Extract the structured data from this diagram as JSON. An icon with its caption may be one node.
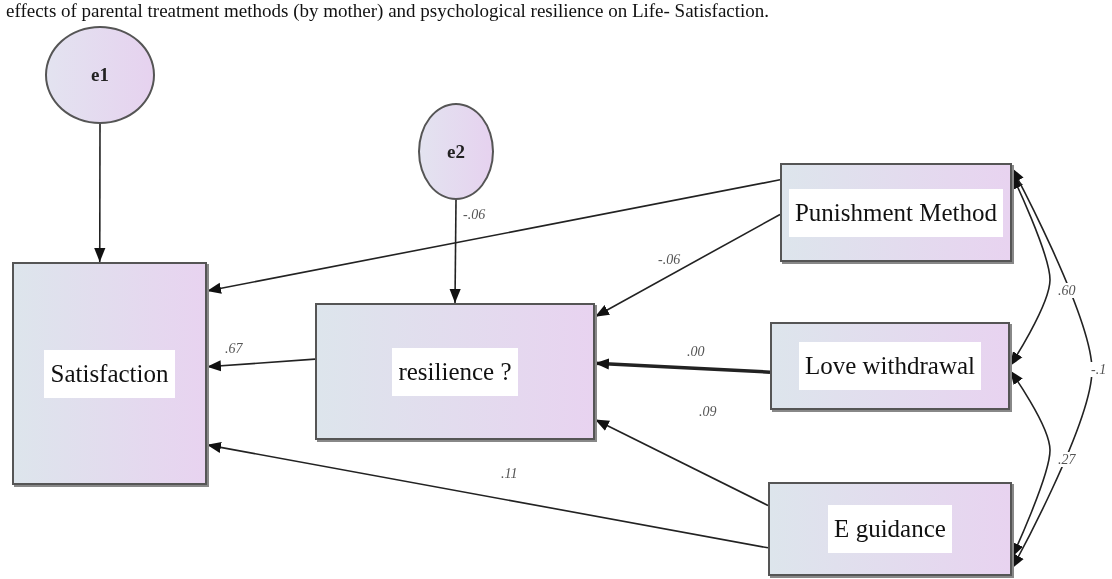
{
  "diagram": {
    "title": "effects of parental treatment methods (by mother) and psychological resilience on Life- Satisfaction.",
    "nodes": [
      {
        "text": [
          "e1"
        ]
      },
      {
        "text": [
          "e2"
        ]
      },
      {
        "text": [
          "Satisfaction"
        ]
      },
      {
        "text": [
          "resilience ?"
        ]
      },
      {
        "text": [
          "Punishment Method"
        ]
      },
      {
        "text": [
          "Love withdrawal"
        ]
      },
      {
        "text": [
          "E guidance"
        ]
      }
    ],
    "edges": [
      {
        "from": 0,
        "to": 2,
        "arrow": "to"
      },
      {
        "from": 1,
        "to": 3,
        "arrow": "to"
      },
      {
        "from": 4,
        "to": 2,
        "arrow": "to",
        "label": "-.06"
      },
      {
        "from": 4,
        "to": 3,
        "arrow": "to",
        "label": "-.06"
      },
      {
        "from": 5,
        "to": 3,
        "arrow": "to",
        "label": ".00",
        "style": "thick"
      },
      {
        "from": 3,
        "to": 2,
        "arrow": "to",
        "label": ".67"
      },
      {
        "from": 6,
        "to": 3,
        "arrow": "to",
        "label": ".09"
      },
      {
        "from": 6,
        "to": 2,
        "arrow": "to",
        "label": ".11"
      },
      {
        "from": 4,
        "to": 5,
        "arrow": "both",
        "label": ".60"
      },
      {
        "from": 5,
        "to": 6,
        "arrow": "both",
        "label": ".27"
      },
      {
        "from": 4,
        "to": 6,
        "arrow": "both",
        "label": "-.1"
      }
    ]
  }
}
